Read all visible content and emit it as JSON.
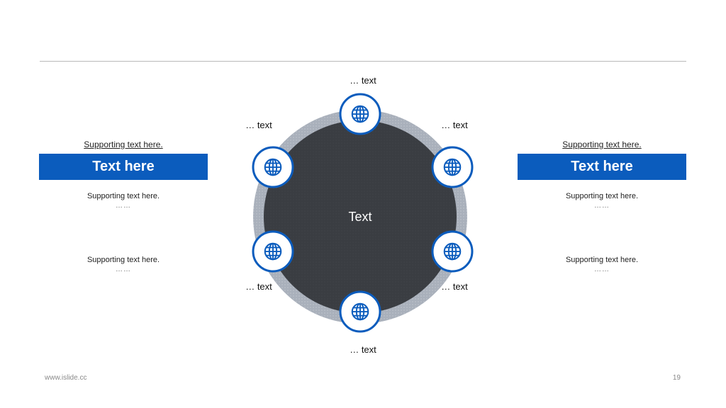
{
  "left_panel": {
    "support_top": "Supporting text here.",
    "title": "Text here",
    "blocks": [
      {
        "text": "Supporting text here.",
        "dots": "……"
      },
      {
        "text": "Supporting text here.",
        "dots": "……"
      }
    ]
  },
  "right_panel": {
    "support_top": "Supporting text here.",
    "title": "Text here",
    "blocks": [
      {
        "text": "Supporting text here.",
        "dots": "……"
      },
      {
        "text": "Supporting text here.",
        "dots": "……"
      }
    ]
  },
  "center": {
    "label": "Text",
    "nodes": [
      {
        "label": "… text",
        "icon": "globe-icon"
      },
      {
        "label": "… text",
        "icon": "globe-icon"
      },
      {
        "label": "… text",
        "icon": "globe-icon"
      },
      {
        "label": "… text",
        "icon": "globe-icon"
      },
      {
        "label": "… text",
        "icon": "globe-icon"
      },
      {
        "label": "… text",
        "icon": "globe-icon"
      }
    ]
  },
  "colors": {
    "accent": "#0b5cbd",
    "hub": "#3a3d42",
    "ring": "#a9b0bb"
  },
  "footer": {
    "website": "www.islide.cc",
    "page_number": "19"
  }
}
